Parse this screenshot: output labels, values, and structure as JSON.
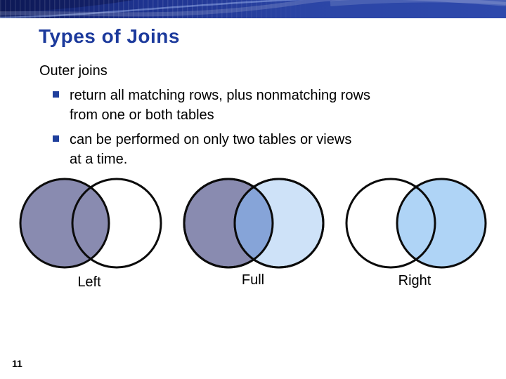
{
  "slide": {
    "title": "Types of Joins",
    "page_number": "11"
  },
  "content": {
    "heading": "Outer joins",
    "bullets": [
      {
        "lines": [
          "return all matching rows, plus nonmatching rows",
          "from one or both tables"
        ]
      },
      {
        "lines": [
          "can be performed on only two tables or views",
          "at a time."
        ]
      }
    ]
  },
  "venn": {
    "left_join": {
      "label": "Left",
      "left_fill": "#898BB0",
      "right_fill": "none"
    },
    "full_join": {
      "label": "Full",
      "left_fill": "#898BB0",
      "right_fill": "#CEE2F8",
      "overlap_fill": "#86A4D8"
    },
    "right_join": {
      "label": "Right",
      "left_fill": "none",
      "right_fill": "#AFD4F6"
    }
  },
  "colors": {
    "title_text": "#1C3A9C",
    "bullet_square": "#1F3F9C",
    "banner_dark": "#101F63",
    "banner_light": "#2E49AC",
    "circle_outline": "#0B0B0B"
  }
}
